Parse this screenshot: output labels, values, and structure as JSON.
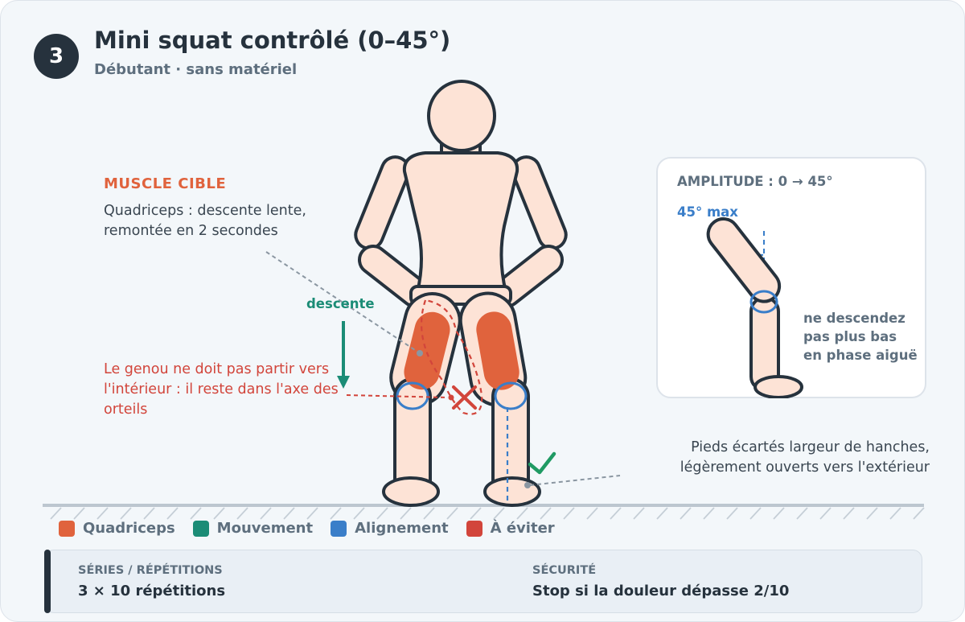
{
  "header": {
    "step_number": "3",
    "title": "Mini squat contrôlé (0–45°)",
    "subtitle": "Débutant · sans matériel"
  },
  "annotations": {
    "muscle_title": "MUSCLE CIBLE",
    "muscle_desc": "Quadriceps : descente lente, remontée en 2 secondes",
    "descente": "descente",
    "knee_warning": "Le genou ne doit pas partir vers l'intérieur : il reste dans l'axe des orteils",
    "feet_note": "Pieds écartés largeur de hanches, légèrement ouverts vers l'extérieur"
  },
  "amplitude": {
    "title": "AMPLITUDE : 0 → 45°",
    "max_label": "45° max",
    "note": [
      "ne descendez",
      "pas plus bas",
      "en phase aiguë"
    ]
  },
  "legend": [
    {
      "label": "Quadriceps",
      "color": "#e0633d"
    },
    {
      "label": "Mouvement",
      "color": "#1b8c76"
    },
    {
      "label": "Alignement",
      "color": "#3a7ec9"
    },
    {
      "label": "À éviter",
      "color": "#d2453b"
    }
  ],
  "info": {
    "sets_label": "SÉRIES / RÉPÉTITIONS",
    "sets_value": "3 × 10 répétitions",
    "safety_label": "SÉCURITÉ",
    "safety_value": "Stop si la douleur dépasse 2/10"
  },
  "colors": {
    "dark": "#26323d",
    "skin": "#fde3d6",
    "muscle": "#e0633d",
    "movement": "#1b8c76",
    "alignment": "#3a7ec9",
    "avoid": "#d2453b",
    "ok": "#1f9a63"
  }
}
